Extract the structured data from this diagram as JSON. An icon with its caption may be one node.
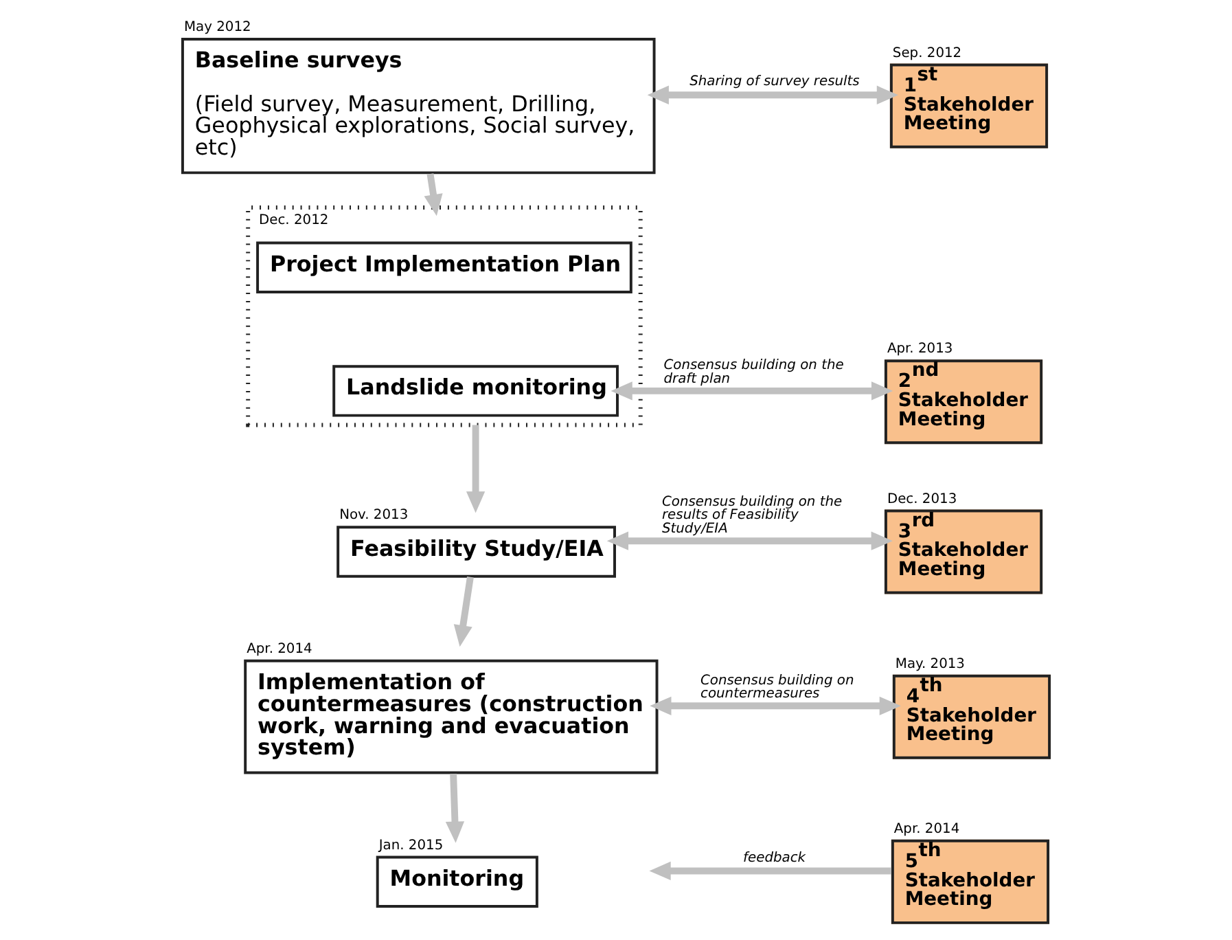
{
  "diagram": {
    "nodes": [
      {
        "text": [
          "Baseline surveys",
          "(Field survey, Measurement, Drilling, Geophysical explorations, Social survey, etc)"
        ],
        "beside": [
          "May 2012"
        ]
      },
      {
        "text": [],
        "shape": "box",
        "beside": [
          "Dec. 2012"
        ]
      },
      {
        "text": [
          "Project Implementation Plan"
        ],
        "in": 1
      },
      {
        "text": [
          "Landslide monitoring"
        ],
        "in": 1
      },
      {
        "text": [
          "Feasibility Study/EIA"
        ],
        "beside": [
          "Nov. 2013"
        ]
      },
      {
        "text": [
          "Implementation of countermeasures (construction work, warning and evacuation system)"
        ],
        "beside": [
          "Apr. 2014"
        ]
      },
      {
        "text": [
          "Monitoring"
        ],
        "beside": [
          "Jan. 2015"
        ]
      },
      {
        "text": [
          "1$^{st}$ Stakeholder Meeting"
        ],
        "beside": [
          "Sep. 2012"
        ]
      },
      {
        "text": [
          "2$^{nd}$ Stakeholder Meeting"
        ],
        "beside": [
          "Apr. 2013"
        ]
      },
      {
        "text": [
          "3$^{rd}$ Stakeholder Meeting"
        ],
        "beside": [
          "Dec. 2013"
        ]
      },
      {
        "text": [
          "4$^{th}$ Stakeholder Meeting"
        ],
        "beside": [
          "May. 2013"
        ]
      },
      {
        "text": [
          "5$^{th}$ Stakeholder Meeting"
        ],
        "beside": [
          "Apr. 2014"
        ]
      }
    ],
    "edges": [
      {
        "from": 0,
        "to": 1,
        "arrow": "to"
      },
      {
        "from": 1,
        "to": 4,
        "arrow": "to"
      },
      {
        "from": 4,
        "to": 5,
        "arrow": "to"
      },
      {
        "from": 5,
        "to": 6,
        "arrow": "to"
      },
      {
        "from": 0,
        "to": 7,
        "arrow": "both",
        "label": "Sharing of survey results"
      },
      {
        "from": 3,
        "to": 8,
        "arrow": "both",
        "label": "Consensus building on the draft plan"
      },
      {
        "from": 4,
        "to": 9,
        "arrow": "both",
        "label": "Consensus building on the results of Feasibility Study/EIA"
      },
      {
        "from": 5,
        "to": 10,
        "arrow": "both",
        "label": "Consensus building on countermeasures"
      },
      {
        "from": 11,
        "to": null,
        "arrow": "to",
        "label": "feedback"
      }
    ]
  }
}
